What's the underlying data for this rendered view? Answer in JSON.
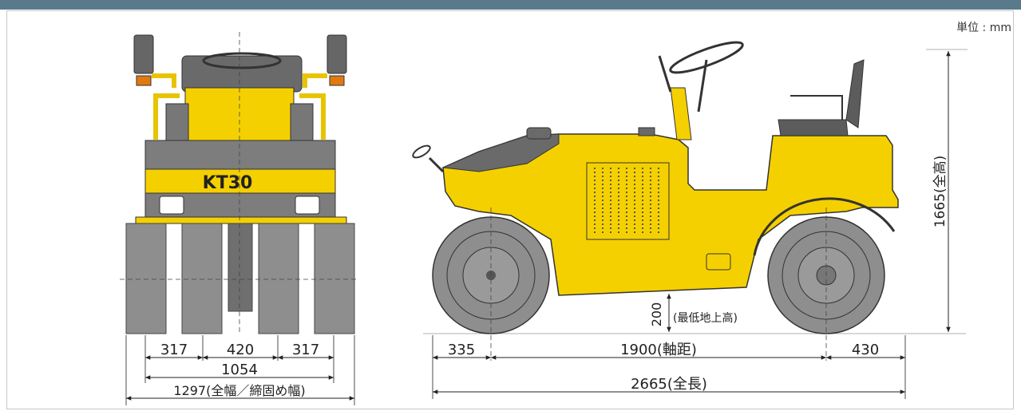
{
  "unit_label": "単位 : mm",
  "model_label": "KT30",
  "front_view": {
    "dim_317_left": "317",
    "dim_420": "420",
    "dim_317_right": "317",
    "dim_1054": "1054",
    "dim_1297": "1297(全幅／締固め幅)"
  },
  "side_view": {
    "dim_335": "335",
    "dim_1900": "1900(軸距)",
    "dim_430": "430",
    "dim_2665": "2665(全長)",
    "dim_200_value": "200",
    "dim_200_label": "(最低地上高)",
    "dim_1665": "1665(全高)"
  },
  "colors": {
    "body_yellow": "#f5d000",
    "tire_gray": "#8e8e8e",
    "dark_gray": "#555555",
    "header_bar": "#5a7a8c"
  }
}
